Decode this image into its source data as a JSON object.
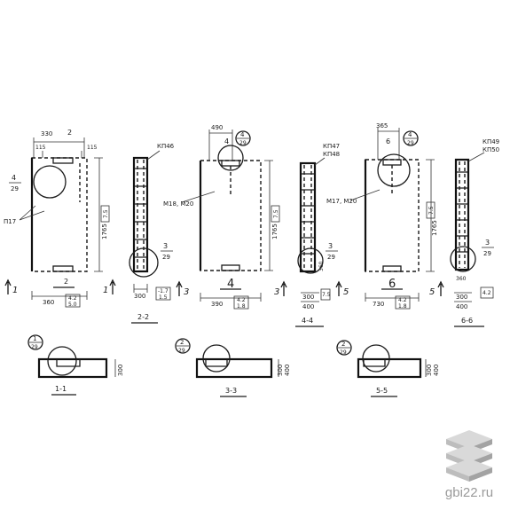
{
  "views": {
    "v1": {
      "dims_top": [
        "330",
        "2",
        "115",
        "115"
      ],
      "callout": {
        "num": "4",
        "den": "29"
      },
      "leader": "П17",
      "height": "1765",
      "height_box": "7.5",
      "width": "360",
      "width_box": [
        "4.2",
        "5.0"
      ],
      "section_bottom": "2",
      "arrow_left": "1",
      "arrow_right": "1"
    },
    "s22": {
      "label": "КП46",
      "callout": {
        "num": "3",
        "den": "29"
      },
      "dim": "300",
      "box": [
        "-1.7",
        "1.5"
      ],
      "title": "2-2"
    },
    "v3": {
      "dims_top": [
        "490",
        "4"
      ],
      "callout": {
        "num": "4",
        "den": "29"
      },
      "leader": "М18, М20",
      "height": "1765",
      "height_box": "7.5",
      "width": "390",
      "width_box": [
        "4.2",
        "1.8"
      ],
      "section_bottom": "4",
      "arrow_left": "3",
      "arrow_right": "3"
    },
    "s44": {
      "label1": "КП47",
      "label2": "КП48",
      "callout": {
        "num": "3",
        "den": "29"
      },
      "dim_side": "360",
      "dim1": "300",
      "dim2": "400",
      "box": "7.5",
      "title": "4-4"
    },
    "v5": {
      "dims_top": [
        "365",
        "6"
      ],
      "callout": {
        "num": "4",
        "den": "29"
      },
      "leader": "М17, М20",
      "height": "1765",
      "height_box": "7.5",
      "width": "730",
      "width_box": [
        "4.2",
        "1.8"
      ],
      "section_bottom": "6",
      "arrow_left": "5",
      "arrow_right": "5"
    },
    "s66": {
      "label1": "КП49",
      "label2": "КП50",
      "callout": {
        "num": "3",
        "den": "29"
      },
      "dim_side": "360",
      "dim1": "300",
      "dim2": "400",
      "box": "4.2",
      "title": "6-6"
    },
    "p11": {
      "callout": {
        "num": "1",
        "den": "29"
      },
      "dim": "300",
      "title": "1-1"
    },
    "p33": {
      "callout": {
        "num": "2",
        "den": "29"
      },
      "dim1": "300",
      "dim2": "400",
      "title": "3-3"
    },
    "p55": {
      "callout": {
        "num": "2",
        "den": "29"
      },
      "dim1": "300",
      "dim2": "400",
      "title": "5-5"
    }
  },
  "watermark": {
    "text": "gbi22.ru",
    "colors": {
      "light": "#d9d9d9",
      "mid": "#bdbdbd",
      "dark": "#a3a3a3"
    }
  }
}
